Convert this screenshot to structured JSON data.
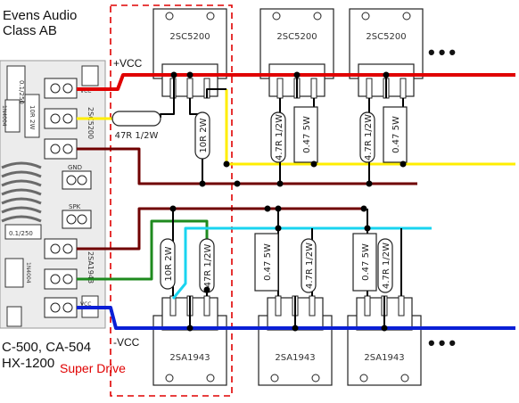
{
  "header": {
    "title_line1": "Evens Audio",
    "title_line2": "Class AB"
  },
  "footer": {
    "models_line1": "C-500, CA-504",
    "models_line2": "HX-1200",
    "super_drive": "Super Drive"
  },
  "rails": {
    "pos": "+VCC",
    "neg": "-VCC"
  },
  "more_indicator": "•••",
  "colors": {
    "pos_rail": "#e00000",
    "neg_rail": "#0a1fd6",
    "bias_line": "#ffee00",
    "drive_line": "#700000",
    "green_line": "#1e8a1e",
    "cyan_line": "#19d4f0",
    "trace": "#000000",
    "highlight_box": "#e00000"
  },
  "pcb": {
    "labels": [
      "0.1/250",
      "1N4004",
      "10R 2W",
      "2SC5200",
      "VCC",
      "GND",
      "SPK",
      "0.1/250",
      "1N4004",
      "2SA1943",
      "VCC"
    ]
  },
  "transistors": {
    "npn": [
      "2SC5200",
      "2SC5200",
      "2SC5200"
    ],
    "pnp": [
      "2SA1943",
      "2SA1943",
      "2SA1943"
    ]
  },
  "resistors": {
    "base_feed": "47R 1/2W",
    "top_driver": "10R 2W",
    "top_emitter": [
      "0.47 5W",
      "0.47 5W"
    ],
    "top_base": [
      "4.7R 1/2W",
      "4.7R 1/2W"
    ],
    "bot_driver": "10R 2W",
    "bot_feed": "47R 1/2W",
    "bot_emitter": [
      "0.47 5W",
      "0.47 5W"
    ],
    "bot_base": [
      "4.7R 1/2W",
      "4.7R 1/2W"
    ]
  }
}
